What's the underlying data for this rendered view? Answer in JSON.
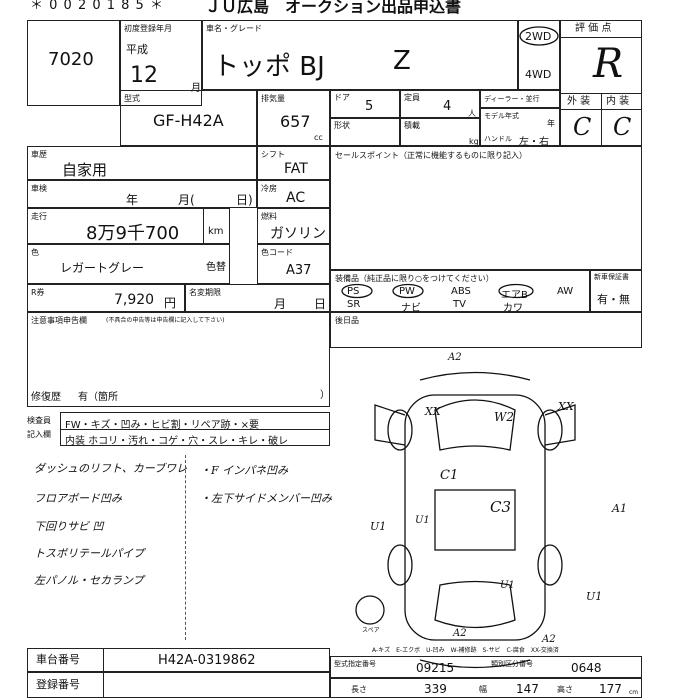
{
  "header": {
    "number_partial": "＊ 0 0 2 0 1 8 5 ＊",
    "title": "ＪＵ広島　オークション出品申込書"
  },
  "lot": {
    "number": "7020"
  },
  "registration": {
    "label": "初度登録年月",
    "era": "平成",
    "year": "12",
    "month_unit": "月"
  },
  "model": {
    "label": "車名・グレード",
    "name": "トッポ BJ",
    "grade": "Z"
  },
  "drive": {
    "opt_2wd": "2WD",
    "opt_4wd": "4WD"
  },
  "evaluation": {
    "label": "評 価 点",
    "value": "R",
    "exterior_label": "外 装",
    "interior_label": "内 装",
    "exterior": "C",
    "interior": "C"
  },
  "specs": {
    "type_label": "型式",
    "type": "GF-H42A",
    "displacement_label": "排気量",
    "displacement": "657",
    "displacement_unit": "cc",
    "doors_label": "ドア",
    "doors": "5",
    "capacity_label": "定員",
    "capacity": "4",
    "capacity_unit": "人",
    "dealer_label": "ディーラー・並行",
    "shape_label": "形状",
    "loading_label": "積載",
    "loading_unit": "kg",
    "model_year_label": "モデル年式",
    "model_year_unit": "年",
    "handle_label": "ハンドル",
    "handle": "左・右"
  },
  "usage": {
    "label": "車歴",
    "value": "自家用"
  },
  "inspection": {
    "label": "車検",
    "year_unit": "年",
    "month_unit": "月(",
    "day_unit": "日)"
  },
  "mileage": {
    "label": "走行",
    "value": "8万9千700",
    "unit": "km"
  },
  "shift": {
    "label": "シフト",
    "value": "FAT"
  },
  "aircon": {
    "label": "冷房",
    "value": "AC"
  },
  "fuel": {
    "label": "燃料",
    "value": "ガソリン"
  },
  "color": {
    "label": "色",
    "value": "レガートグレー",
    "repaint_label": "色替",
    "code_label": "色コード",
    "code": "A37"
  },
  "recycle": {
    "label": "R券",
    "value": "7,920",
    "unit": "円",
    "change_label": "名変期限",
    "month": "月",
    "day": "日"
  },
  "notes": {
    "label": "注意事項申告欄",
    "sub": "(不具合の申告等は申告欄に記入して下さい)"
  },
  "repair": {
    "label": "修復歴",
    "value": "有（箇所",
    "close": "）"
  },
  "sales_points": {
    "label": "セールスポイント（正常に機能するものに限り記入）"
  },
  "equipment": {
    "label": "装備品（純正品に限り○をつけてください）",
    "items": [
      "PS",
      "PW",
      "ABS",
      "エアB",
      "AW",
      "SR",
      "ナビ",
      "TV",
      "カワ"
    ],
    "new_car_label": "新車保証書",
    "new_car_value": "有・無"
  },
  "rear_label": "後日品",
  "checklist": {
    "insp_label": "検査員",
    "entry_label": "記入欄",
    "row1": "FW・キズ・凹み・ヒビ割・リペア跡・×要",
    "row2": "内装 ホコリ・汚れ・コゲ・穴・スレ・キレ・破レ"
  },
  "handwritten_notes": {
    "left": [
      "ダッシュのリフト、カーブワレ",
      "フロアボード凹み",
      "下回りサビ 凹",
      "トスボリテールパイプ",
      "左パノル・セカランプ"
    ],
    "right": [
      "・F インパネ凹み",
      "・左下サイドメンバー凹み"
    ]
  },
  "diagram": {
    "marks": [
      "A2",
      "XX",
      "W2",
      "XX",
      "C1",
      "C3",
      "A1",
      "U1",
      "U1",
      "U1",
      "U1",
      "A2",
      "A2"
    ],
    "spare_label": "スペア",
    "legend": "A-キズ　E-エクボ　U-凹み　W-補修跡　S-サビ　C-腐食　XX-交換済"
  },
  "footer": {
    "chassis_label": "車台番号",
    "chassis": "H42A-0319862",
    "reg_label": "登録番号",
    "type_cert_label": "型式指定番号",
    "type_cert": "09215",
    "class_label": "類別区分番号",
    "class": "0648",
    "length_label": "長さ",
    "length": "339",
    "width_label": "幅",
    "width": "147",
    "height_label": "高さ",
    "height": "177",
    "dim_unit": "cm"
  }
}
